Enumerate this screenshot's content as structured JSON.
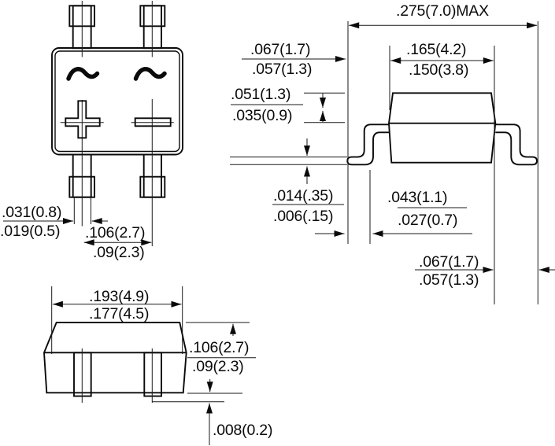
{
  "figure": {
    "description": "Package outline drawing, 3 views with inch(mm) dimensions",
    "background_color": "#ffffff",
    "line_color": "#0a0a0a"
  },
  "top_view": {
    "symbols": {
      "ac_left": "~",
      "ac_right": "~",
      "positive": "+",
      "negative": "-"
    },
    "dims": {
      "lead_width_max": ".031(0.8)",
      "lead_width_min": ".019(0.5)",
      "lead_spacing_max": ".106(2.7)",
      "lead_spacing_min": ".09(2.3)"
    }
  },
  "side_view": {
    "dims": {
      "overall_width_max": ".275(7.0)MAX",
      "lead_left_len_max": ".067(1.7)",
      "lead_left_len_min": ".057(1.3)",
      "body_top_width_max": ".165(4.2)",
      "body_top_width_min": ".150(3.8)",
      "cap_height_max": ".051(1.3)",
      "cap_height_min": ".035(0.9)",
      "lead_thickness_max": ".014(.35)",
      "lead_thickness_min": ".006(.15)",
      "foot_length_max": ".043(1.1)",
      "foot_length_min": ".027(0.7)",
      "lead_right_len_max": ".067(1.7)",
      "lead_right_len_min": ".057(1.3)"
    }
  },
  "front_view": {
    "dims": {
      "body_width_max": ".193(4.9)",
      "body_width_min": ".177(4.5)",
      "body_height_max": ".106(2.7)",
      "body_height_min": ".09(2.3)",
      "standoff": ".008(0.2)"
    }
  }
}
